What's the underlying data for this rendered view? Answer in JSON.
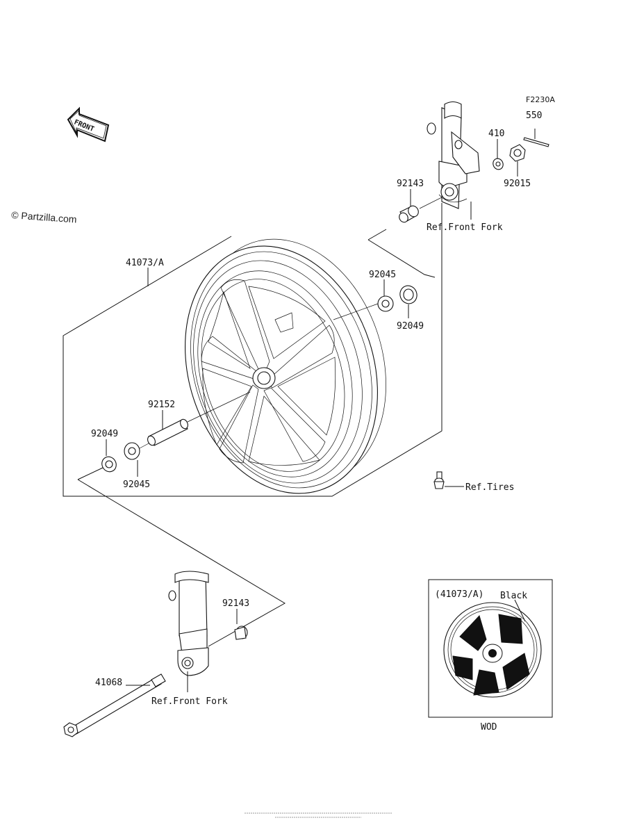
{
  "diagram_code": "F2230A",
  "watermark": "© Partzilla.com",
  "front_arrow_label": "FRONT",
  "parts": {
    "p550": "550",
    "p410": "410",
    "p92015": "92015",
    "p92143_top": "92143",
    "p41073": "41073/A",
    "p92045_top": "92045",
    "p92049_top": "92049",
    "p92152": "92152",
    "p92049_left": "92049",
    "p92045_left": "92045",
    "p92143_bottom": "92143",
    "p41068": "41068"
  },
  "refs": {
    "front_fork_top": "Ref.Front Fork",
    "tires": "Ref.Tires",
    "front_fork_bottom": "Ref.Front Fork"
  },
  "inset": {
    "part_ref": "(41073/A)",
    "color": "Black",
    "code": "WOD"
  }
}
